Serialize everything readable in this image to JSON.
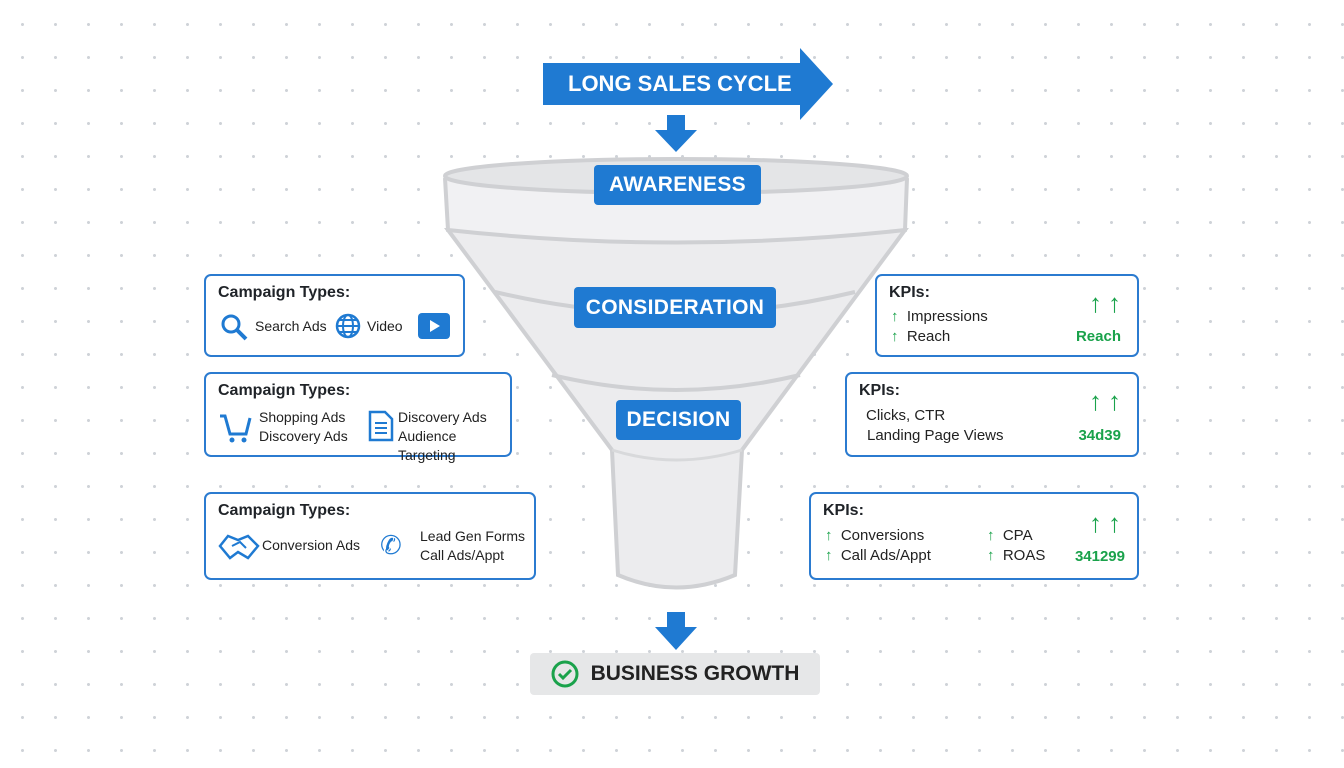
{
  "header": {
    "title": "LONG SALES CYCLE"
  },
  "stages": {
    "awareness": "AWARENESS",
    "consideration": "CONSIDERATION",
    "decision": "DECISION"
  },
  "footer": {
    "label": "BUSINESS GROWTH"
  },
  "campaigns": [
    {
      "heading": "Campaign Types:",
      "items": [
        "Search Ads",
        "Video"
      ]
    },
    {
      "heading": "Campaign Types:",
      "col1": [
        "Shopping Ads",
        "Discovery Ads"
      ],
      "col2": [
        "Discovery Ads",
        "Audience Targeting"
      ]
    },
    {
      "heading": "Campaign Types:",
      "col1": [
        "Conversion Ads"
      ],
      "col2": [
        "Lead Gen Forms",
        "Call Ads/Appt"
      ]
    }
  ],
  "kpis": [
    {
      "heading": "KPIs:",
      "items": [
        "Impressions",
        "Reach"
      ],
      "badge": "Reach",
      "arrows": "↑↑"
    },
    {
      "heading": "KPIs:",
      "items": [
        "Clicks, CTR",
        "Landing Page Views"
      ],
      "badge": "34d39",
      "arrows": "↑↑"
    },
    {
      "heading": "KPIs:",
      "col1": [
        "Conversions",
        "Call Ads/Appt"
      ],
      "col2": [
        "CPA",
        "ROAS"
      ],
      "badge": "341299",
      "arrows": "↑↑"
    }
  ],
  "colors": {
    "blue": "#1f7ad2",
    "green": "#1aa24b"
  }
}
